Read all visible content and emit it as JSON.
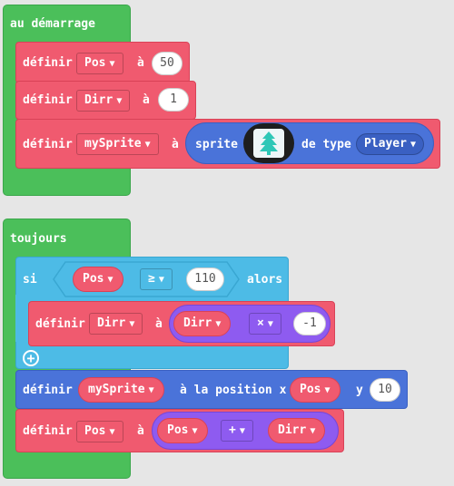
{
  "on_start": {
    "header": "au démarrage",
    "rows": [
      {
        "label": "définir",
        "var": "Pos",
        "to": "à",
        "value": "50"
      },
      {
        "label": "définir",
        "var": "Dirr",
        "to": "à",
        "value": "1"
      }
    ],
    "sprite_row": {
      "label": "définir",
      "var": "mySprite",
      "to": "à",
      "sprite_label": "sprite",
      "type_label": "de type",
      "type_value": "Player"
    }
  },
  "forever": {
    "header": "toujours",
    "if_block": {
      "si": "si",
      "lhs": "Pos",
      "op": "≥",
      "rhs": "110",
      "alors": "alors",
      "inner": {
        "label": "définir",
        "var": "Dirr",
        "to": "à",
        "lhs": "Dirr",
        "op": "×",
        "rhs": "-1"
      }
    },
    "set_pos": {
      "label": "définir",
      "sprite": "mySprite",
      "text": "à la position x",
      "x_var": "Pos",
      "y_label": "y",
      "y_value": "10"
    },
    "update": {
      "label": "définir",
      "var": "Pos",
      "to": "à",
      "lhs": "Pos",
      "op": "+",
      "rhs": "Dirr"
    }
  },
  "colors": {
    "events": "#4bbf5a",
    "variables": "#f05a6f",
    "logic": "#4dbbe6",
    "sprites": "#4a73d9",
    "math": "#8e5bf0"
  },
  "icons": {
    "sprite": "tree-sprite-icon",
    "caret": "caret-down-icon",
    "add": "plus-circle-icon"
  }
}
